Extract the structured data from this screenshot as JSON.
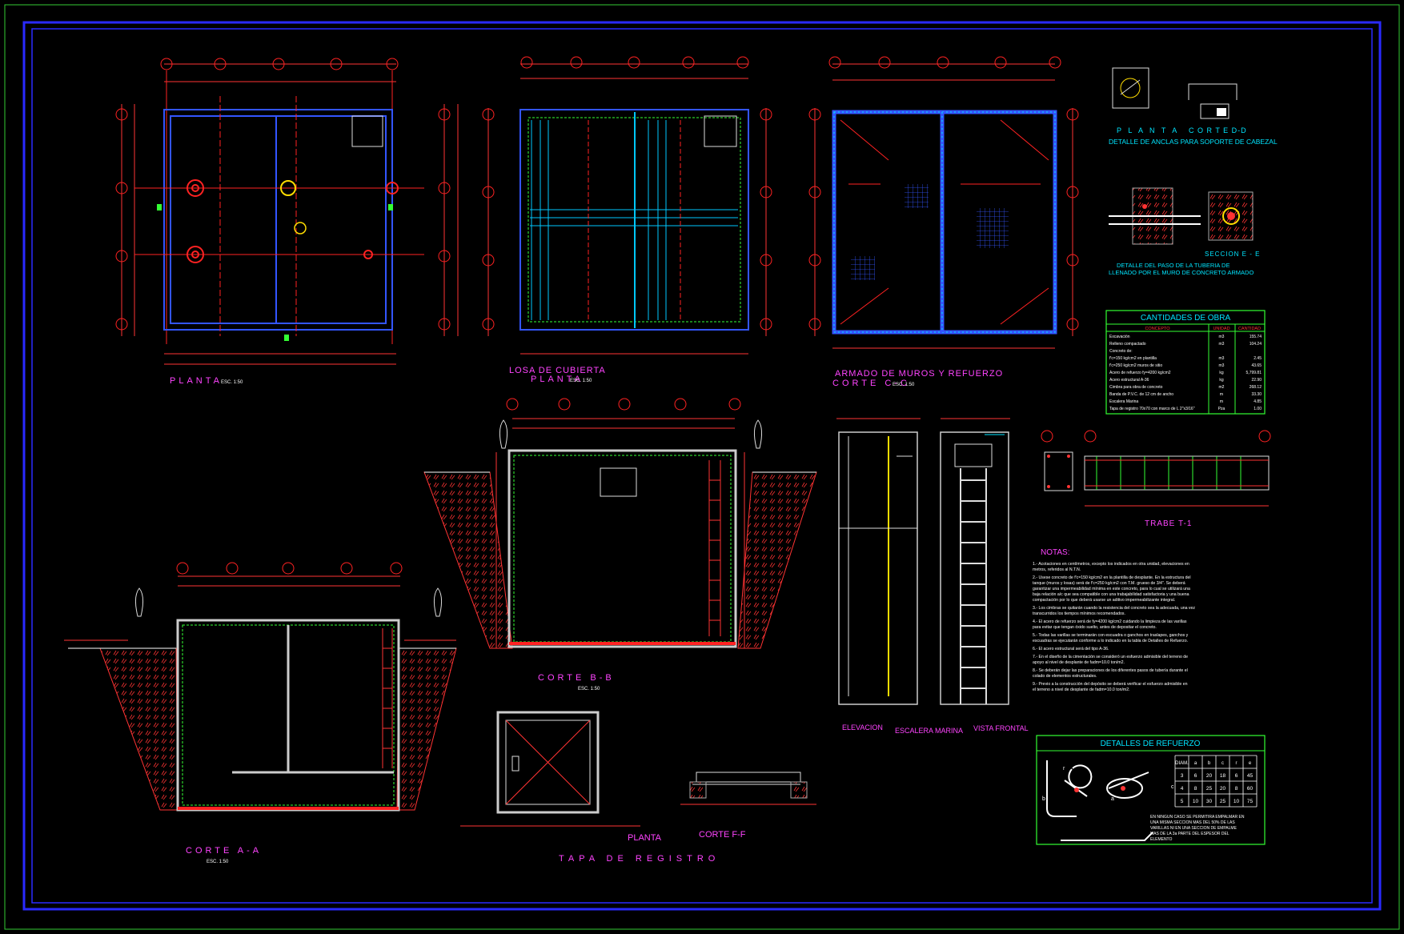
{
  "drawings": {
    "planta_1": {
      "title": "PLANTA",
      "scale": "ESC. 1:50"
    },
    "losa": {
      "title1": "LOSA DE CUBIERTA",
      "title2": "PLANTA",
      "scale": "ESC. 1:50"
    },
    "armado": {
      "title1": "ARMADO DE MUROS Y REFUERZO",
      "title2": "CORTE C-C",
      "scale": "ESC. 1:50"
    },
    "corte_bb": {
      "title": "CORTE B-B",
      "scale": "ESC. 1:50"
    },
    "corte_aa": {
      "title": "CORTE A-A",
      "scale": "ESC. 1:50"
    },
    "tapa": {
      "title": "TAPA DE REGISTRO",
      "planta": "PLANTA",
      "corte_ff": "CORTE F-F"
    },
    "escalera": {
      "elevacion": "ELEVACION",
      "title": "ESCALERA MARINA",
      "vista": "VISTA FRONTAL"
    },
    "trabe": {
      "title": "TRABE T-1"
    },
    "anclas": {
      "planta": "P L A N T A",
      "corte": "C O R T E  D-D",
      "title": "DETALLE DE ANCLAS PARA SOPORTE DE CABEZAL"
    },
    "paso": {
      "seccion": "SECCION E - E",
      "title1": "DETALLE DEL PASO DE LA TUBERIA DE",
      "title2": "LLENADO POR EL MURO DE CONCRETO ARMADO"
    }
  },
  "quantities": {
    "title": "CANTIDADES DE OBRA",
    "headers": [
      "CONCEPTO",
      "UNIDAD",
      "CANTIDAD"
    ],
    "rows": [
      [
        "Excavación",
        "m3",
        "155.74"
      ],
      [
        "Relleno compactado",
        "m3",
        "104.24"
      ],
      [
        "Concreto de:",
        "",
        ""
      ],
      [
        "  f'c=150 kg/cm2 en plantilla",
        "m3",
        "2.45"
      ],
      [
        "  f'c=250 kg/cm2 muros de sitio",
        "m3",
        "43.65"
      ],
      [
        "Acero de refuerzo fy=4200 kg/cm2",
        "kg",
        "5,799.81"
      ],
      [
        "Acero estructural A-36",
        "kg",
        "22.90"
      ],
      [
        "Cimbra para obra de concreto",
        "m2",
        "268.12"
      ],
      [
        "Banda de P.V.C. de 12 cm de ancho",
        "m",
        "33.30"
      ],
      [
        "Escalera Marina",
        "m",
        "4.85"
      ],
      [
        "Tapa de registro 70x70 con marco de L 2\"x3/16\"",
        "Pza",
        "1.00"
      ]
    ]
  },
  "notes": {
    "title": "NOTAS:",
    "items": [
      "1.- Acotaciones en centímetros, excepto los indicados en otra unidad, elevaciones en metros, referidos al N.T.N.",
      "2.- Usese concreto de f'c=150 kg/cm2 en la plantilla de desplante. En la estructura del tanque (muros y losas) será de f'c=250 kg/cm2 con T.M. grueso de 3/4\". Se deberá garantizar una impermeabilidad mínima en este concreto, para lo cual se utilizará una baja relación a/c que sea compatible con una trabajabilidad satisfactoria y una buena compactación por lo que deberá usarse un aditivo impermeabilizante integral.",
      "3.- Los cimbras se quitarán cuando la resistencia del concreto sea la adecuada, una vez transcurridos los tiempos mínimos recomendados.",
      "4.- El acero de refuerzo será de fy=4200 kg/cm2 cuidando la limpieza de las varillas para evitar que tengan óxido suelto, antes de depositar el concreto.",
      "5.- Todas las varillas se terminarán con escuadra o ganchos en traslapes, ganchos y escuadras se ejecutarán conforme a lo indicado en la tabla de Detalles de Refuerzo.",
      "6.- El acero estructural será del tipo A-36.",
      "7.- En el diseño de la cimentación se consideró un esfuerzo admisible del terreno de apoyo al nivel de desplante de fadm=10.0 ton/m2.",
      "8.- Se deberán dejar las preparaciones de los diferentes pasos de tubería durante el colado de elementos estructurales.",
      "9.- Previo a la construcción del depósito se deberá verificar el esfuerzo admisible en el terreno a nivel de desplante de fadm=10.0 ton/m2."
    ]
  },
  "rebar": {
    "title": "DETALLES DE REFUERZO",
    "headers": [
      "DIAM.",
      "a",
      "b",
      "c",
      "r",
      "e"
    ],
    "rows": [
      [
        "3",
        "6",
        "20",
        "18",
        "6",
        "45"
      ],
      [
        "4",
        "8",
        "25",
        "20",
        "8",
        "60"
      ],
      [
        "5",
        "10",
        "30",
        "25",
        "10",
        "75"
      ]
    ],
    "note": "EN NINGUN CASO SE PERMITIRA EMPALMAR EN UNA MISMA SECCION MAS DEL 50% DE LAS VARILLAS NI EN UNA SECCION DE EMPALME MAS DE LA 3a PARTE DEL ESPESOR DEL ELEMENTO",
    "side_labels": [
      "a",
      "b",
      "c",
      "r"
    ]
  },
  "colors": {
    "frame": "#2a2aff",
    "dim": "#ff3333",
    "wall": "#3355ff",
    "text": "#ff44ff"
  }
}
